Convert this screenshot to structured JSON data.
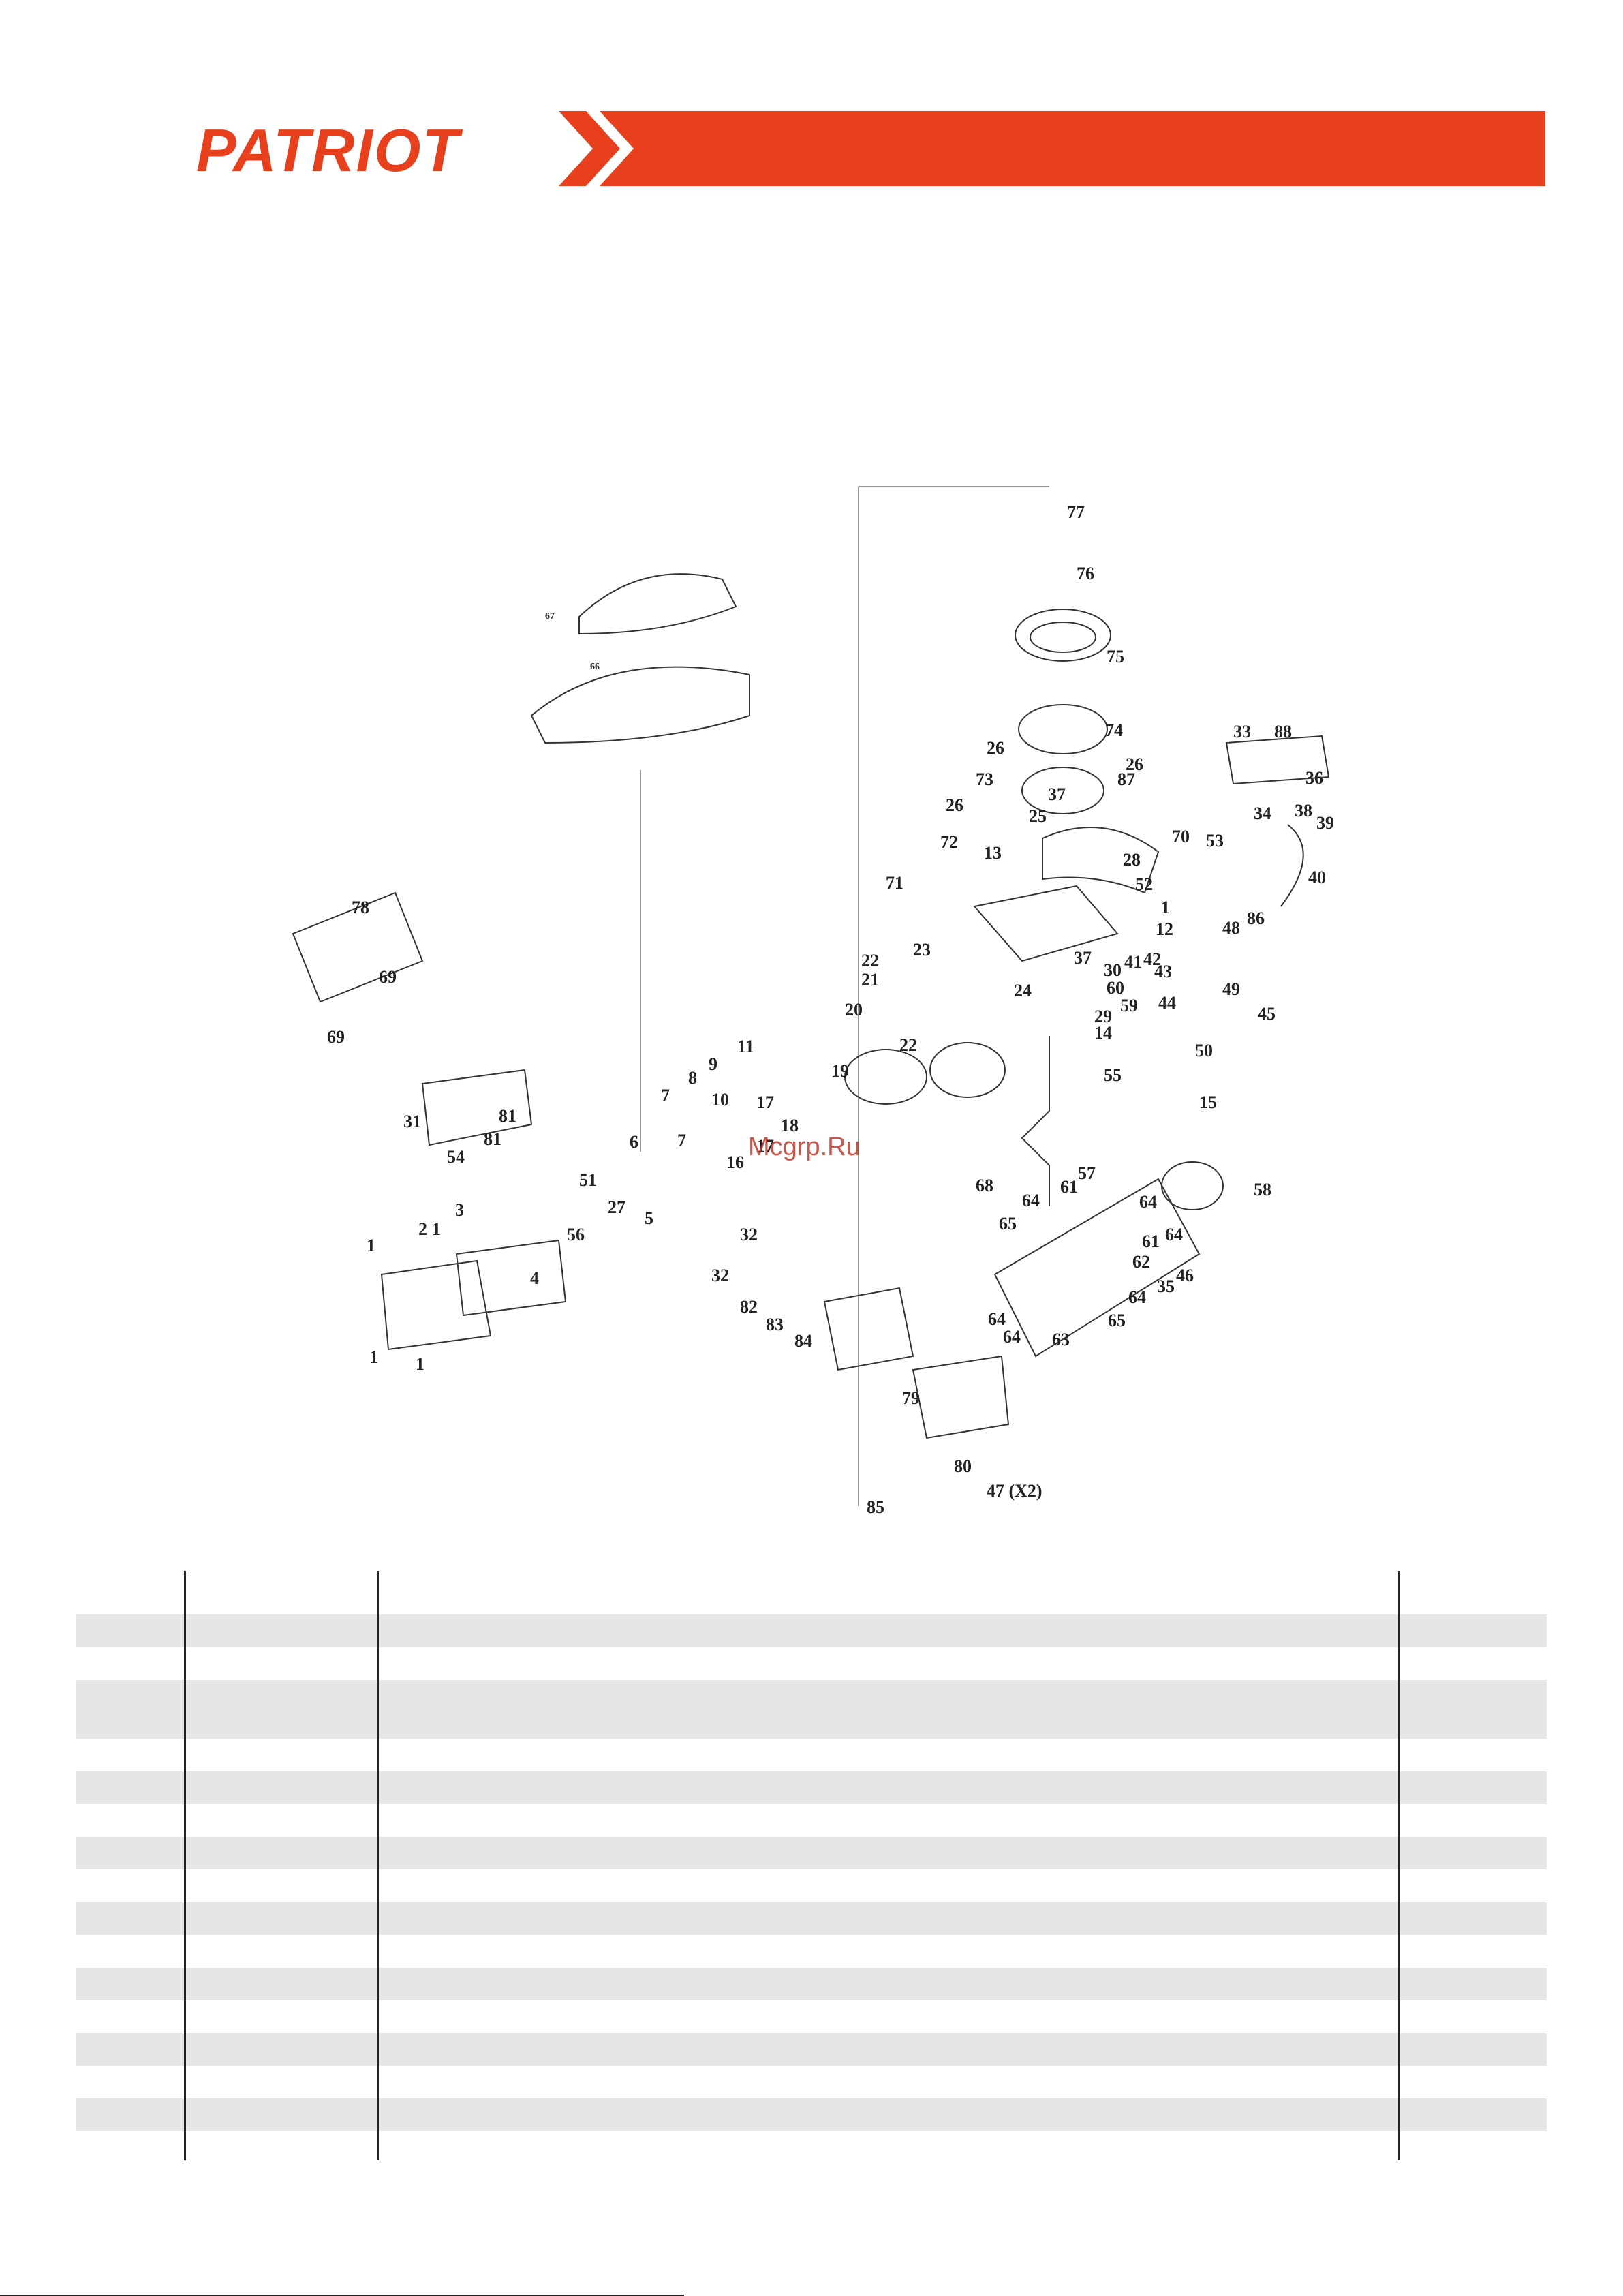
{
  "brand": {
    "name": "PATRIOT",
    "accent": "#e8401c"
  },
  "watermark": "Mcgrp.Ru",
  "part_labels": [
    "77",
    "76",
    "75",
    "74",
    "33",
    "88",
    "36",
    "26",
    "73",
    "25",
    "37",
    "87",
    "34",
    "38",
    "39",
    "40",
    "26",
    "72",
    "13",
    "70",
    "53",
    "71",
    "52",
    "28",
    "86",
    "1",
    "12",
    "48",
    "23",
    "22",
    "21",
    "41",
    "42",
    "43",
    "37",
    "30",
    "60",
    "24",
    "59",
    "49",
    "44",
    "45",
    "29",
    "14",
    "20",
    "22",
    "50",
    "55",
    "19",
    "11",
    "9",
    "8",
    "10",
    "17",
    "18",
    "7",
    "6",
    "16",
    "17",
    "15",
    "58",
    "57",
    "61",
    "68",
    "64",
    "64",
    "65",
    "62",
    "61",
    "64",
    "35",
    "46",
    "78",
    "69",
    "69",
    "31",
    "54",
    "81",
    "81",
    "51",
    "27",
    "56",
    "5",
    "4",
    "3",
    "2",
    "1",
    "1",
    "1",
    "1",
    "32",
    "32",
    "82",
    "83",
    "84",
    "79",
    "80",
    "47 (X2)",
    "85",
    "64",
    "64",
    "63",
    "65",
    "66",
    "67"
  ]
}
